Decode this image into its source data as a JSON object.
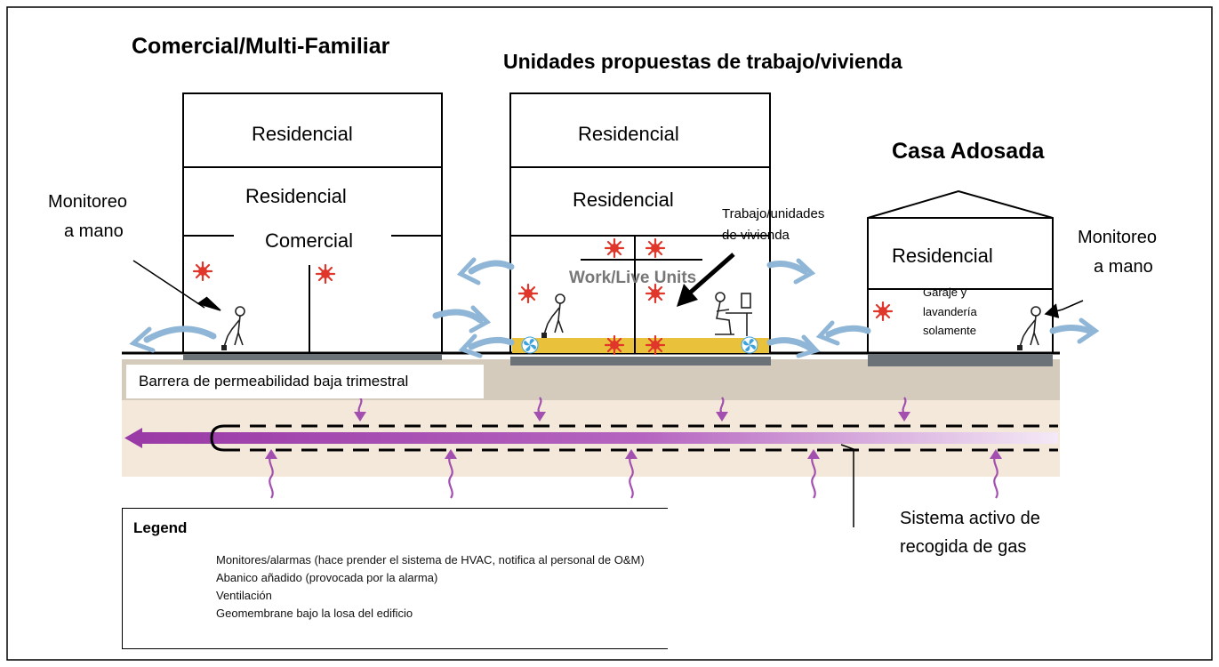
{
  "titles": {
    "commercial": "Comercial/Multi-Familiar",
    "proposed": "Unidades propuestas de trabajo/vivienda",
    "townhouse": "Casa Adosada"
  },
  "building_left": {
    "floor1": "Residencial",
    "floor2": "Residencial",
    "floor3": "Comercial"
  },
  "building_middle": {
    "floor1": "Residencial",
    "floor2": "Residencial",
    "ground_label": "Work/Live Units"
  },
  "townhouse": {
    "floor1": "Residencial",
    "garage_line1": "Garaje y",
    "garage_line2": "lavandería",
    "garage_line3": "solamente"
  },
  "callouts": {
    "hand_monitor_left_l1": "Monitoreo",
    "hand_monitor_left_l2": "a mano",
    "hand_monitor_right_l1": "Monitoreo",
    "hand_monitor_right_l2": "a mano",
    "work_units_l1": "Trabajo/unidades",
    "work_units_l2": "de vivienda",
    "barrier": "Barrera de permeabilidad baja trimestral",
    "gas_system_l1": "Sistema activo de",
    "gas_system_l2": "recogida de gas"
  },
  "legend": {
    "title": "Legend",
    "items": [
      "Monitores/alarmas (hace prender el sistema de HVAC, notifica al personal de O&M)",
      "Abanico añadido (provocada por la alarma)",
      "Ventilación",
      "Geomembrane bajo la losa del edificio"
    ]
  },
  "colors": {
    "alarm": "#e0372a",
    "fan": "#3ea3dd",
    "vent_arrow": "#8fb6d6",
    "membrane": "#6b7378",
    "soil": "#d4cbbc",
    "soil_light": "#f3e8d9",
    "gas_pipe": "#9d3fa8",
    "slab": "#e9c13b"
  }
}
